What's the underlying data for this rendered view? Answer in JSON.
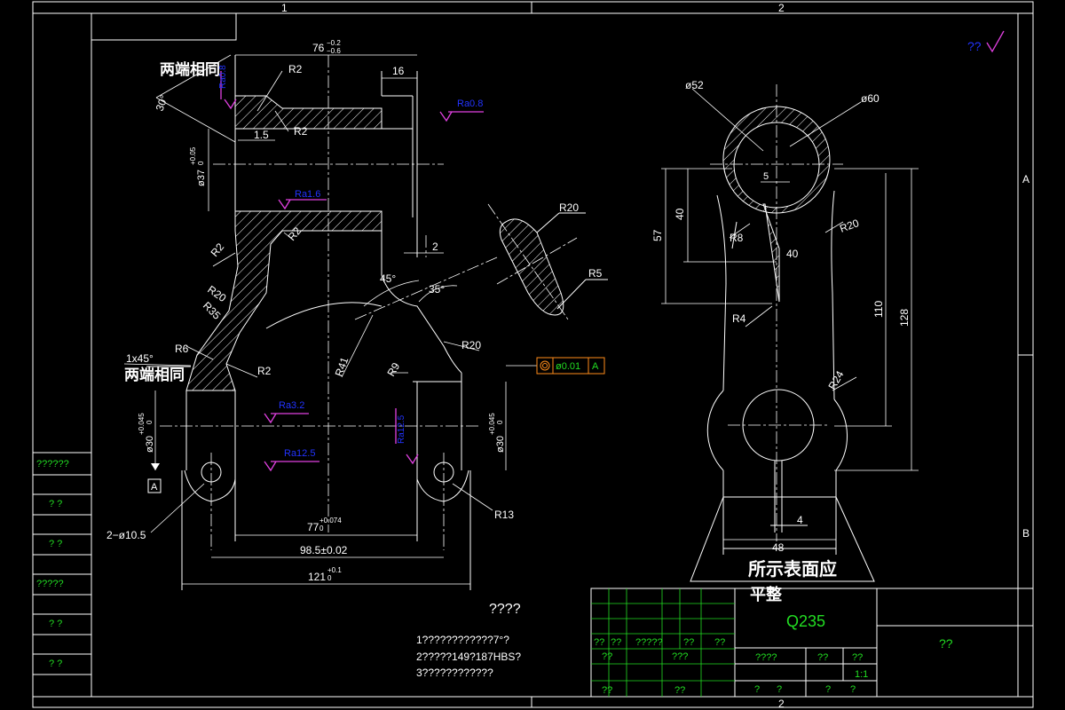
{
  "frame": {
    "zone_top": [
      "1",
      "2"
    ],
    "zone_bottom": [
      "2"
    ],
    "zone_right": [
      "A",
      "B"
    ]
  },
  "corner_mark": "??",
  "front_view": {
    "note_top": "两端相同",
    "note_bottom": "两端相同",
    "dim_top": "76",
    "dim_top_tol_upper": "−0.2",
    "dim_top_tol_lower": "−0.6",
    "dim_16": "16",
    "dim_1_5": "1.5",
    "dim_2": "2",
    "dim_37": "ø37",
    "dim_37_tol_upper": "+0.05",
    "dim_37_tol_lower": "0",
    "angle_30": "30°",
    "chamfer": "1x45°",
    "r2a": "R2",
    "r2b": "R2",
    "r2c": "R2",
    "r2d": "R2",
    "r2e": "R2",
    "r20a": "R20",
    "r20b": "R20",
    "r35": "R35",
    "r6": "R6",
    "r41": "R41",
    "r9": "R9",
    "r13": "R13",
    "angle_45": "45°",
    "angle_35": "35°",
    "ra_0_8": "Ra0.8",
    "ra_1_6": "Ra1.6",
    "ra_3_2": "Ra3.2",
    "ra_12_5": "Ra12.5",
    "ra_left": "Ra0.8",
    "ra_right": "Ra12.5",
    "dim_30_left": "ø30",
    "dim_30_right": "ø30",
    "tol_30_upper": "+0.045",
    "tol_30_lower": "0",
    "holes": "2−ø10.5",
    "dim_77": "77",
    "dim_77_tol_upper": "+0.074",
    "dim_77_tol_lower": "0",
    "dim_98": "98.5±0.02",
    "dim_121": "121",
    "dim_121_tol_upper": "+0.1",
    "dim_121_tol_lower": "0",
    "datum": "A",
    "gtol_value": "ø0.01",
    "gtol_datum": "A"
  },
  "section": {
    "r20": "R20",
    "r5": "R5"
  },
  "side_view": {
    "d52": "ø52",
    "d60": "ø60",
    "dim_5": "5",
    "dim_40v": "40",
    "dim_57": "57",
    "r8": "R8",
    "r20": "R20",
    "dim_40h": "40",
    "r4": "R4",
    "dim_110": "110",
    "dim_128": "128",
    "r24": "R24",
    "dim_4": "4",
    "dim_48": "48",
    "note": "所示表面应",
    "note2": "平整"
  },
  "tech_req": {
    "title": "????",
    "lines": [
      "1????????????7°?",
      "2?????149?187HBS?",
      "3????????????"
    ]
  },
  "left_stamp": [
    "??????",
    "?  ?",
    "?  ?",
    "?????",
    "?  ?",
    "?  ?"
  ],
  "title_block": {
    "material": "Q235",
    "name": "??",
    "row_labels": [
      "??",
      "??",
      "?????",
      "??",
      "??"
    ],
    "row2": [
      "??",
      "???"
    ],
    "row_bottom_left": [
      "??",
      "??"
    ],
    "cols_right": [
      "????",
      "??",
      "??"
    ],
    "scale": "1:1",
    "bottom_right": [
      "?",
      "?",
      "?",
      "?"
    ]
  }
}
